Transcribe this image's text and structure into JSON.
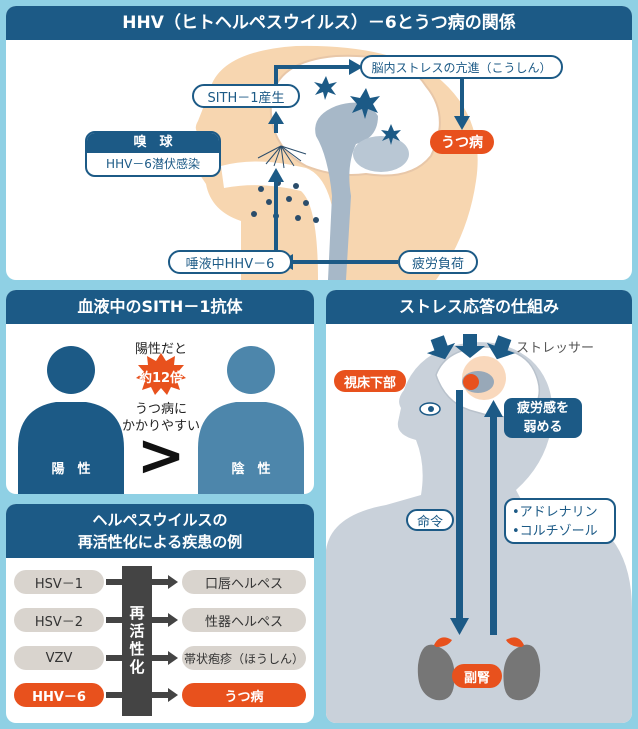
{
  "top": {
    "title": "HHV（ヒトヘルペスウイルス）－6とうつ病の関係",
    "sith_production": "SITH－1産生",
    "brain_stress": "脳内ストレスの亢進（こうしん）",
    "depression": "うつ病",
    "olfactory_title": "嗅　球",
    "olfactory_sub": "HHV－6潜伏感染",
    "saliva": "唾液中HHV－6",
    "fatigue": "疲労負荷"
  },
  "antibody": {
    "title": "血液中のSITH－1抗体",
    "if_positive": "陽性だと",
    "times": "約12倍",
    "prone_line1": "うつ病に",
    "prone_line2": "かかりやすい",
    "positive": "陽　性",
    "negative": "陰　性",
    "gt_symbol": ">"
  },
  "reactivation": {
    "title_line1": "ヘルペスウイルスの",
    "title_line2": "再活性化による疾患の例",
    "center_label": "再活性化",
    "rows": [
      {
        "virus": "HSV－1",
        "disease": "口唇ヘルペス"
      },
      {
        "virus": "HSV－2",
        "disease": "性器ヘルペス"
      },
      {
        "virus": "VZV",
        "disease": "帯状疱疹（ほうしん）"
      },
      {
        "virus": "HHV－6",
        "disease": "うつ病"
      }
    ]
  },
  "stress": {
    "title": "ストレス応答の仕組み",
    "stressor": "ストレッサー",
    "hypothalamus": "視床下部",
    "weakens_line1": "疲労感を",
    "weakens_line2": "弱める",
    "command": "命令",
    "hormone1": "アドレナリン",
    "hormone2": "コルチゾール",
    "adrenal": "副腎"
  },
  "colors": {
    "navy": "#1c5a86",
    "orange": "#e8511d",
    "background": "#8fd0e4"
  }
}
